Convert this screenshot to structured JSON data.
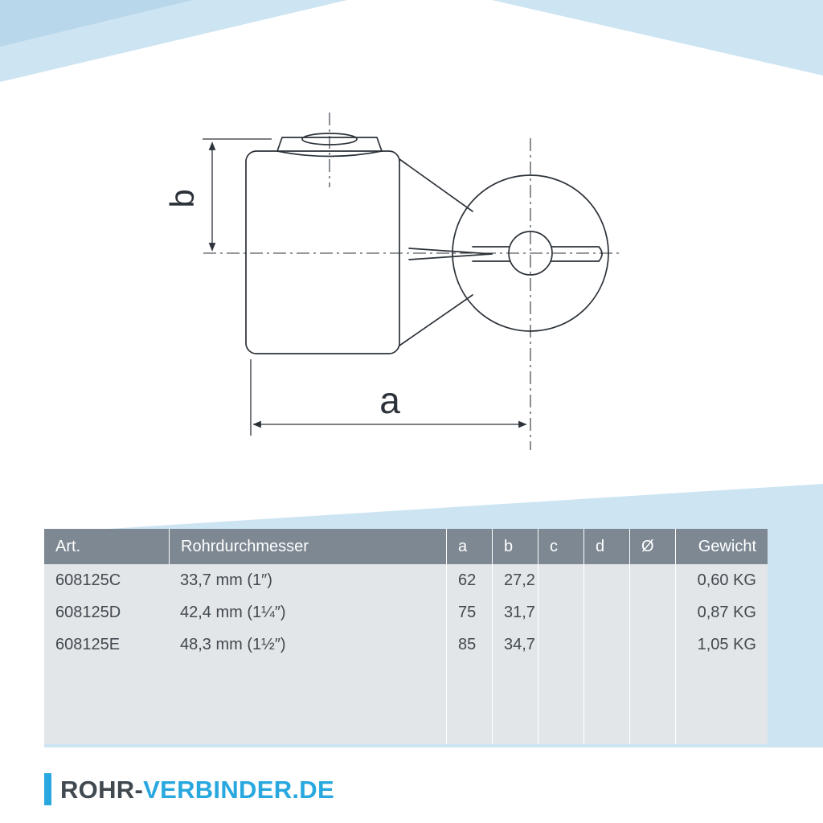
{
  "drawing": {
    "label_a": "a",
    "label_b": "b"
  },
  "table": {
    "headers": [
      "Art.",
      "Rohrdurchmesser",
      "a",
      "b",
      "c",
      "d",
      "Ø",
      "Gewicht"
    ],
    "rows": [
      [
        "608125C",
        "33,7 mm (1″)",
        "62",
        "27,2",
        "",
        "",
        "",
        "0,60 KG"
      ],
      [
        "608125D",
        "42,4 mm (1¼″)",
        "75",
        "31,7",
        "",
        "",
        "",
        "0,87 KG"
      ],
      [
        "608125E",
        "48,3 mm (1½″)",
        "85",
        "34,7",
        "",
        "",
        "",
        "1,05 KG"
      ]
    ]
  },
  "logo": {
    "prefix": "ROHR-",
    "suffix": "VERBINDER.DE"
  },
  "colors": {
    "accent_blue": "#29a8df",
    "light_blue": "#cde4f3",
    "light_blue_dark": "#b9d7ea",
    "table_header_bg": "#7d8893",
    "table_body_bg": "#e3e6e8",
    "text_dark": "#414950",
    "line_dark": "#2c3239"
  }
}
